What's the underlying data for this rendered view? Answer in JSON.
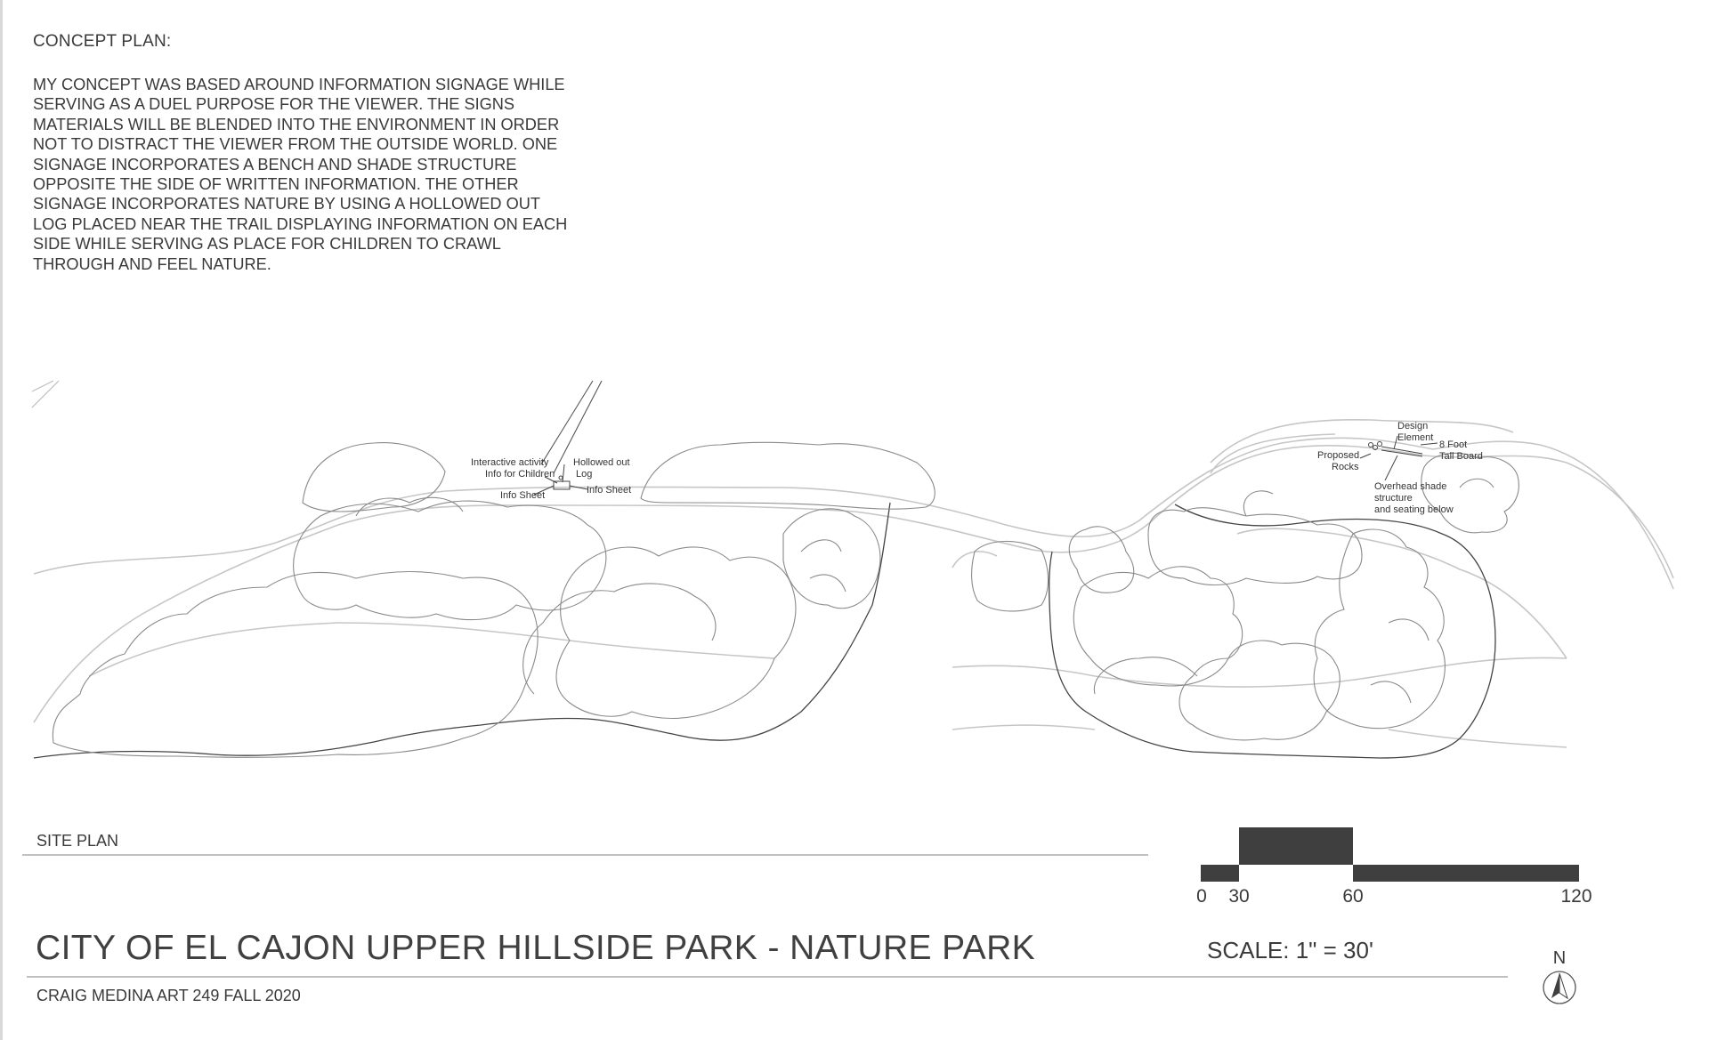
{
  "concept": {
    "heading": "CONCEPT PLAN:",
    "lines": [
      "MY CONCEPT WAS BASED AROUND INFORMATION SIGNAGE WHILE",
      "SERVING AS A DUEL PURPOSE FOR THE VIEWER. THE SIGNS",
      "MATERIALS WILL BE BLENDED INTO THE ENVIRONMENT IN ORDER",
      "NOT TO DISTRACT THE VIEWER FROM THE OUTSIDE WORLD. ONE",
      "SIGNAGE INCORPORATES A BENCH AND SHADE STRUCTURE",
      "OPPOSITE THE SIDE OF WRITTEN INFORMATION. THE OTHER",
      "SIGNAGE INCORPORATES NATURE BY USING A HOLLOWED OUT",
      "LOG PLACED NEAR THE TRAIL DISPLAYING INFORMATION ON EACH",
      "SIDE WHILE SERVING AS PLACE FOR CHILDREN TO CRAWL",
      "THROUGH AND FEEL NATURE."
    ]
  },
  "plan_labels": {
    "interactive_1": "Interactive activity",
    "interactive_2": "Info for Children",
    "hollowed_1": "Hollowed out",
    "hollowed_2": "Log",
    "info_sheet_left": "Info Sheet",
    "info_sheet_right": "Info Sheet",
    "design_1": "Design",
    "design_2": "Element",
    "tall_board_1": "8 Foot",
    "tall_board_2": "Tall Board",
    "rocks_1": "Proposed",
    "rocks_2": "Rocks",
    "shade_1": "Overhead shade",
    "shade_2": "structure",
    "shade_3": "and seating below"
  },
  "site_plan_label": "SITE PLAN",
  "title": "CITY OF EL CAJON UPPER HILLSIDE PARK - NATURE PARK",
  "credit": "CRAIG MEDINA ART 249 FALL 2020",
  "scale": {
    "label": "SCALE: 1\" = 30'",
    "ticks": [
      "0",
      "30",
      "60",
      "120"
    ]
  },
  "north": "N"
}
